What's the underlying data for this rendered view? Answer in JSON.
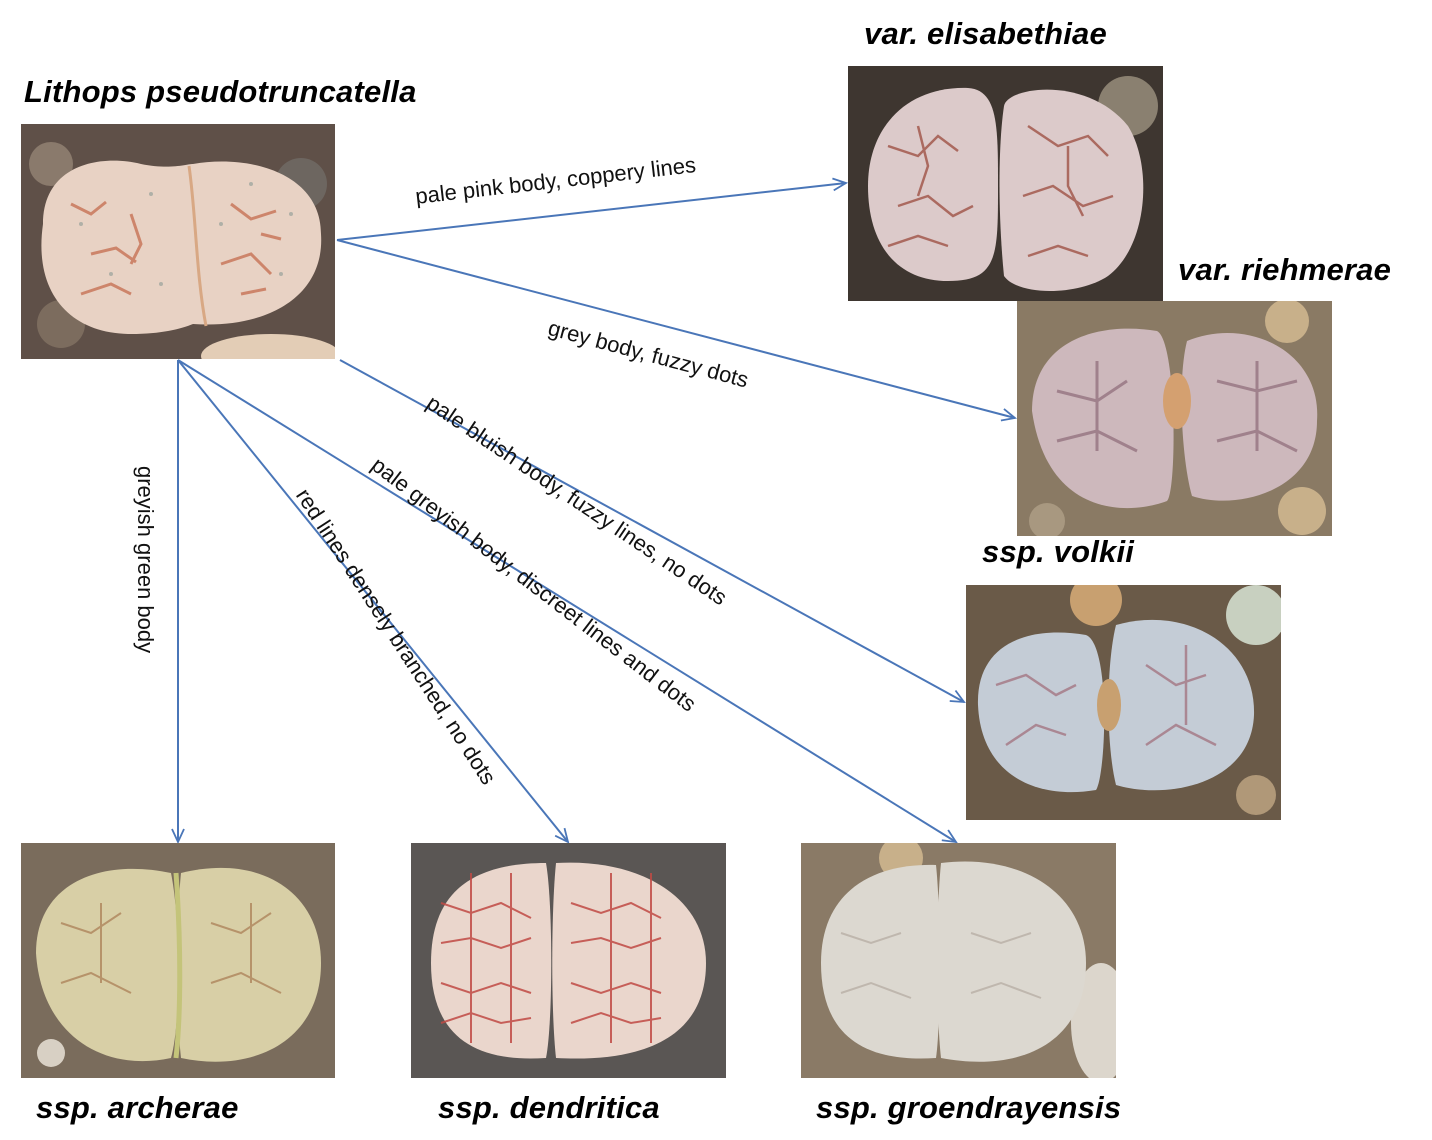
{
  "diagram": {
    "accent_color": "#4a76b8",
    "root": {
      "id": "pseudotruncatella",
      "label": "Lithops pseudotruncatella",
      "body_color": "#e8d2c4",
      "line_color": "#c9785c"
    },
    "nodes": [
      {
        "id": "elisabethiae",
        "label": "var. elisabethiae",
        "body_color": "#dccaca",
        "line_color": "#a35a4e"
      },
      {
        "id": "riehmerae",
        "label": "var. riehmerae",
        "body_color": "#cdb8bc",
        "line_color": "#8d6a78"
      },
      {
        "id": "volkii",
        "label": "ssp. volkii",
        "body_color": "#c4ccd6",
        "line_color": "#a06a78"
      },
      {
        "id": "archerae",
        "label": "ssp. archerae",
        "body_color": "#d8cfa6",
        "line_color": "#a87a52"
      },
      {
        "id": "dendritica",
        "label": "ssp. dendritica",
        "body_color": "#ead6cc",
        "line_color": "#c04a44"
      },
      {
        "id": "groendrayensis",
        "label": "ssp. groendrayensis",
        "body_color": "#dcd8d0",
        "line_color": "#b4aaa0"
      }
    ],
    "edges": [
      {
        "from": "pseudotruncatella",
        "to": "elisabethiae",
        "label": "pale pink body, coppery lines"
      },
      {
        "from": "pseudotruncatella",
        "to": "riehmerae",
        "label": "grey body, fuzzy dots"
      },
      {
        "from": "pseudotruncatella",
        "to": "volkii",
        "label": "pale bluish body, fuzzy lines, no dots"
      },
      {
        "from": "pseudotruncatella",
        "to": "groendrayensis",
        "label": "pale greyish body, discreet lines and dots"
      },
      {
        "from": "pseudotruncatella",
        "to": "dendritica",
        "label": "red lines densely branched, no dots"
      },
      {
        "from": "pseudotruncatella",
        "to": "archerae",
        "label": "greyish green body"
      }
    ]
  }
}
